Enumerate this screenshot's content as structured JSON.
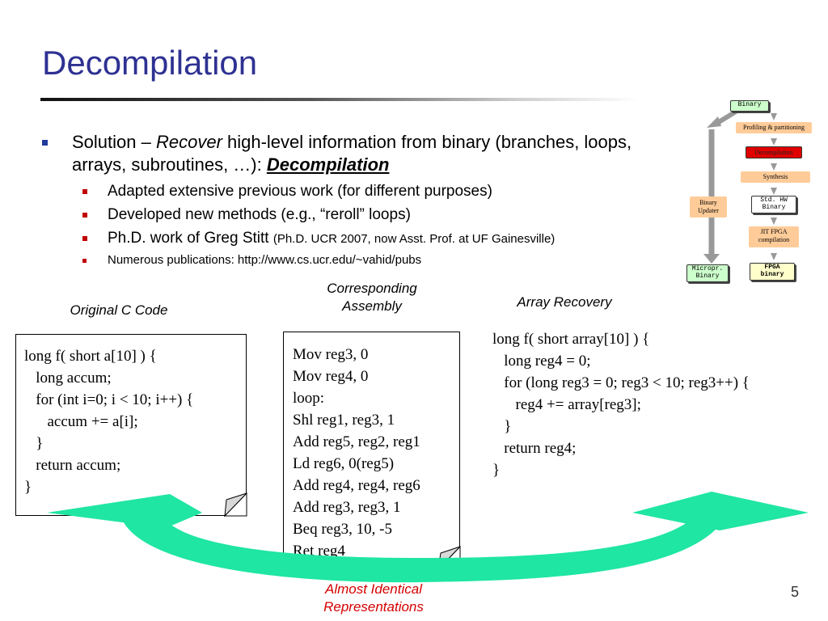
{
  "slide": {
    "title": "Decompilation",
    "page_number": "5"
  },
  "bullets": {
    "main": {
      "prefix": "Solution – ",
      "recover": "Recover",
      "middle": " high-level information from binary (branches, loops, arrays, subroutines, …): ",
      "decompilation": "Decompilation"
    },
    "sub": [
      {
        "text": "Adapted extensive previous work (for different purposes)"
      },
      {
        "text": "Developed new methods (e.g., “reroll” loops)"
      },
      {
        "text": "Ph.D. work of Greg Stitt ",
        "aside": "(Ph.D. UCR 2007, now Asst. Prof. at UF Gainesville)"
      },
      {
        "text": "Numerous publications: http://www.cs.ucr.edu/~vahid/pubs"
      }
    ]
  },
  "captions": {
    "c_code": "Original C Code",
    "assembly": "Corresponding\nAssembly",
    "array_recovery": "Array Recovery",
    "almost_identical": "Almost Identical\nRepresentations"
  },
  "code": {
    "c_code": "long f( short a[10] ) {\n   long accum;\n   for (int i=0; i < 10; i++) {\n      accum += a[i];\n   }\n   return accum;\n}",
    "assembly": "Mov reg3, 0\nMov reg4, 0\nloop:\nShl reg1, reg3, 1\nAdd reg5, reg2, reg1\nLd reg6, 0(reg5)\nAdd reg4, reg4, reg6\nAdd reg3, reg3, 1\nBeq reg3, 10, -5\nRet reg4",
    "array_recovery": "long f( short array[10] ) {\n   long reg4 = 0;\n   for (long reg3 = 0; reg3 < 10; reg3++) {\n      reg4 += array[reg3];\n   }\n   return reg4;\n}"
  },
  "diagram": {
    "binary": "Binary",
    "profiling": "Profiling & partitioning",
    "decompilation": "Decompilation",
    "synthesis": "Synthesis",
    "std_hw_binary": "Std. HW\nBinary",
    "jit_fpga": "JIT FPGA\ncompilation",
    "fpga_binary": "FPGA\nbinary",
    "binary_updater": "Binary\nUpdater",
    "micropr_binary": "Micropr.\nBinary"
  },
  "colors": {
    "title": "#2e3192",
    "bullet_l1": "#1f3b9b",
    "bullet_l2": "#c00000",
    "arrow": "#1fe6a2",
    "caption_red": "#d40000",
    "decomp_box": "#e00000",
    "peach_box": "#ffcc99"
  }
}
